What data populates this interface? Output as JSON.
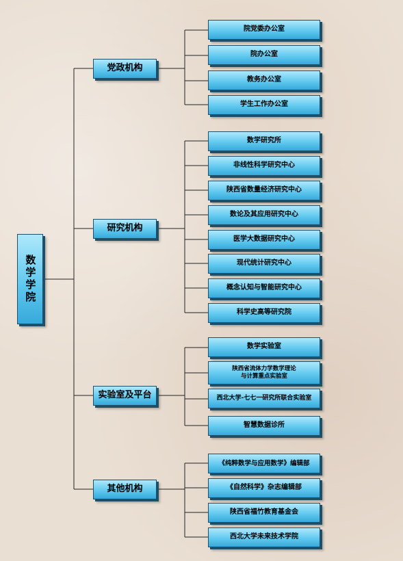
{
  "root": "数学学院",
  "groups": [
    {
      "label": "党政机构",
      "items": [
        "院党委办公室",
        "院办公室",
        "教务办公室",
        "学生工作办公室"
      ]
    },
    {
      "label": "研究机构",
      "items": [
        "数学研究所",
        "非线性科学研究中心",
        "陕西省数量经济研究中心",
        "数论及其应用研究中心",
        "医学大数据研究中心",
        "现代统计研究中心",
        "概念认知与智能研究中心",
        "科学史高等研究院"
      ]
    },
    {
      "label": "实验室及平台",
      "items": [
        "数学实验室",
        [
          "陕西省流体力学数学理论",
          "与计算重点实验室"
        ],
        "西北大学-七七一研究所联合实验室",
        "智慧数据诊所"
      ]
    },
    {
      "label": "其他机构",
      "items": [
        "《纯粹数学与应用数学》编辑部",
        "《自然科学》杂志编辑部",
        "陕西省福竹教育基金会",
        "西北大学未来技术学院"
      ]
    }
  ]
}
